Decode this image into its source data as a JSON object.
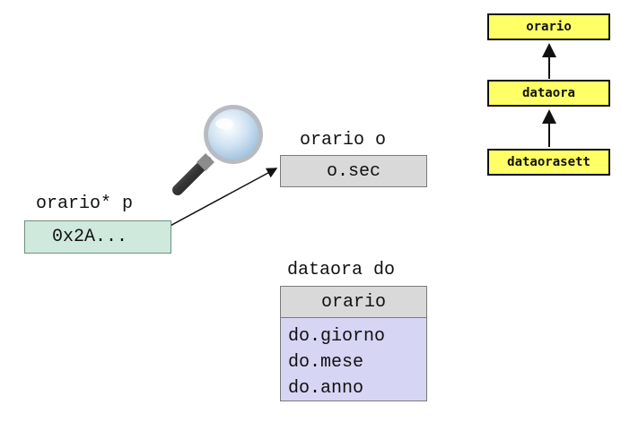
{
  "hierarchy": {
    "top": "orario",
    "middle": "dataora",
    "bottom": "dataorasett"
  },
  "pointer": {
    "decl": "orario* p",
    "value": "0x2A..."
  },
  "object_o": {
    "decl": "orario o",
    "field": "o.sec"
  },
  "object_do": {
    "decl": "dataora do",
    "base": "orario",
    "fields": [
      "do.giorno",
      "do.mese",
      "do.anno"
    ]
  },
  "icons": {
    "magnifier": "magnifying-glass-icon"
  },
  "colors": {
    "pointer_box": "#cfe9dc",
    "object_box": "#d9d9d9",
    "derived_fields": "#d6d5f4",
    "class_box": "#ffff66"
  }
}
